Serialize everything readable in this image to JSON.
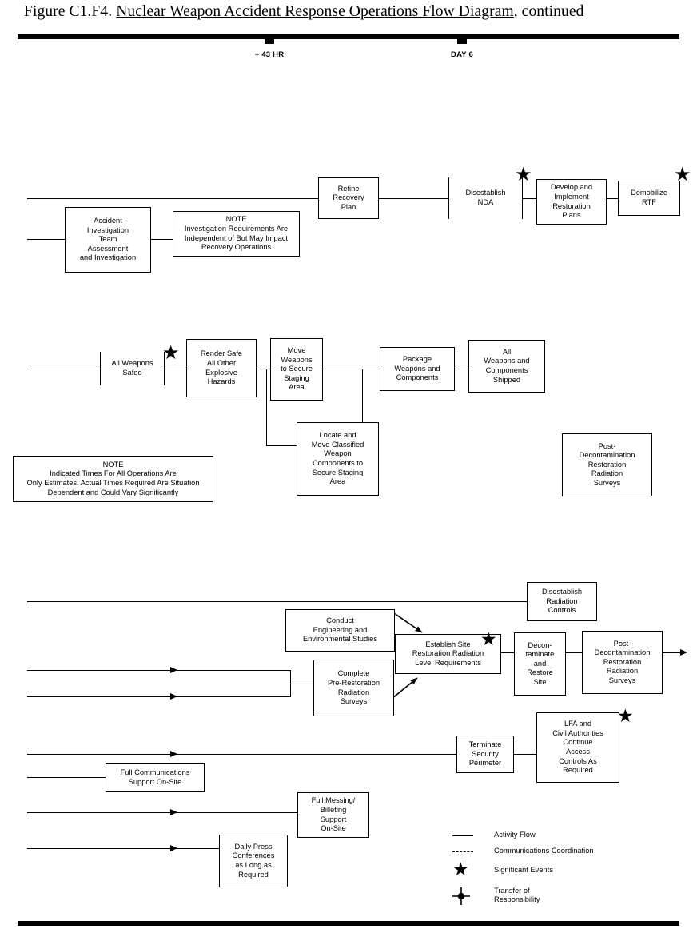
{
  "figure": {
    "label": "Figure C1.F4.",
    "title": "Nuclear Weapon Accident Response Operations Flow Diagram",
    "suffix": ", continued"
  },
  "timeline": {
    "ticks": [
      {
        "label": "+ 43 HR"
      },
      {
        "label": "DAY 6"
      }
    ]
  },
  "boxes": {
    "accident_investigation": "Accident\nInvestigation\nTeam\nAssessment\nand Investigation",
    "note_investigation": "NOTE\nInvestigation Requirements Are\nIndependent of But May Impact\nRecovery Operations",
    "refine_recovery_plan": "Refine\nRecovery\nPlan",
    "disestablish_nda": "Disestablish\nNDA",
    "develop_restoration_plans": "Develop and\nImplement\nRestoration\nPlans",
    "demobilize_rtf": "Demobilize\nRTF",
    "all_weapons_safed": "All Weapons\nSafed",
    "render_safe": "Render Safe\nAll Other\nExplosive\nHazards",
    "move_weapons": "Move\nWeapons\nto Secure\nStaging\nArea",
    "package_weapons": "Package\nWeapons and\nComponents",
    "all_weapons_shipped": "All\nWeapons and\nComponents\nShipped",
    "locate_move_classified": "Locate and\nMove Classified\nWeapon\nComponents to\nSecure Staging\nArea",
    "note_times": "NOTE\nIndicated Times For All Operations Are\nOnly Estimates. Actual Times Required Are Situation\nDependent and Could Vary Significantly",
    "post_decon_surveys_mid": "Post-\nDecontamination\nRestoration\nRadiation\nSurveys",
    "disestablish_rad_controls": "Disestablish\nRadiation\nControls",
    "conduct_engineering": "Conduct\nEngineering and\nEnvironmental Studies",
    "complete_pre_restoration": "Complete\nPre-Restoration\nRadiation\nSurveys",
    "establish_site_levels": "Establish Site\nRestoration Radiation\nLevel Requirements",
    "decon_restore_site": "Decon-\ntaminate\nand\nRestore\nSite",
    "post_decon_surveys_bot": "Post-\nDecontamination\nRestoration\nRadiation\nSurveys",
    "terminate_security": "Terminate\nSecurity\nPerimeter",
    "lfa_civil_authorities": "LFA and\nCivil Authorities\nContinue\nAccess\nControls As\nRequired",
    "full_communications": "Full Communications\nSupport On-Site",
    "full_messing": "Full Messing/\nBilleting\nSupport\nOn-Site",
    "daily_press": "Daily Press\nConferences\nas Long as\nRequired"
  },
  "legend": {
    "items": [
      {
        "symbol": "solid-line",
        "label": "Activity Flow"
      },
      {
        "symbol": "dashed-line",
        "label": "Communications Coordination"
      },
      {
        "symbol": "star",
        "label": "Significant Events"
      },
      {
        "symbol": "transfer-node",
        "label": "Transfer of\nResponsibility"
      }
    ]
  },
  "colors": {
    "ink": "#000000",
    "paper": "#ffffff"
  }
}
